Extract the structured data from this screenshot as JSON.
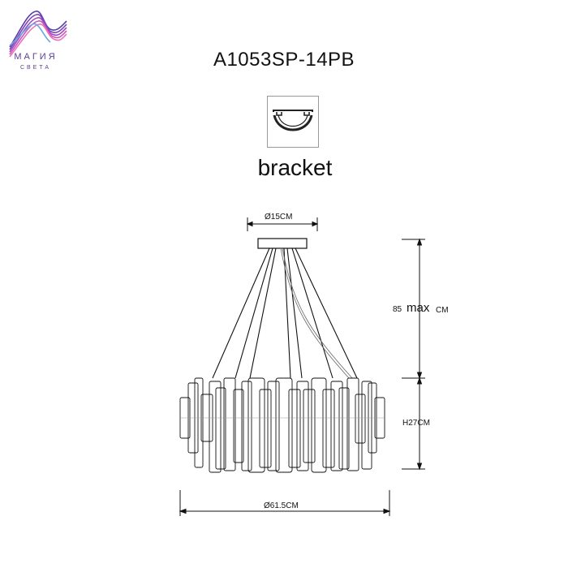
{
  "logo": {
    "word": "МАГИЯ",
    "sub": "СВЕТА"
  },
  "model": "A1053SP-14PB",
  "bracket": {
    "label": "bracket"
  },
  "dimensions": {
    "canopy_diameter": "Ø15CM",
    "drop_value": "85",
    "drop_max": "max",
    "drop_unit": "CM",
    "height": "H27CM",
    "diameter": "Ø61.5CM"
  },
  "colors": {
    "logo_purple": "#6a3fa0",
    "logo_pink": "#e060c0",
    "logo_blue": "#60a0e0",
    "line": "#111111"
  }
}
